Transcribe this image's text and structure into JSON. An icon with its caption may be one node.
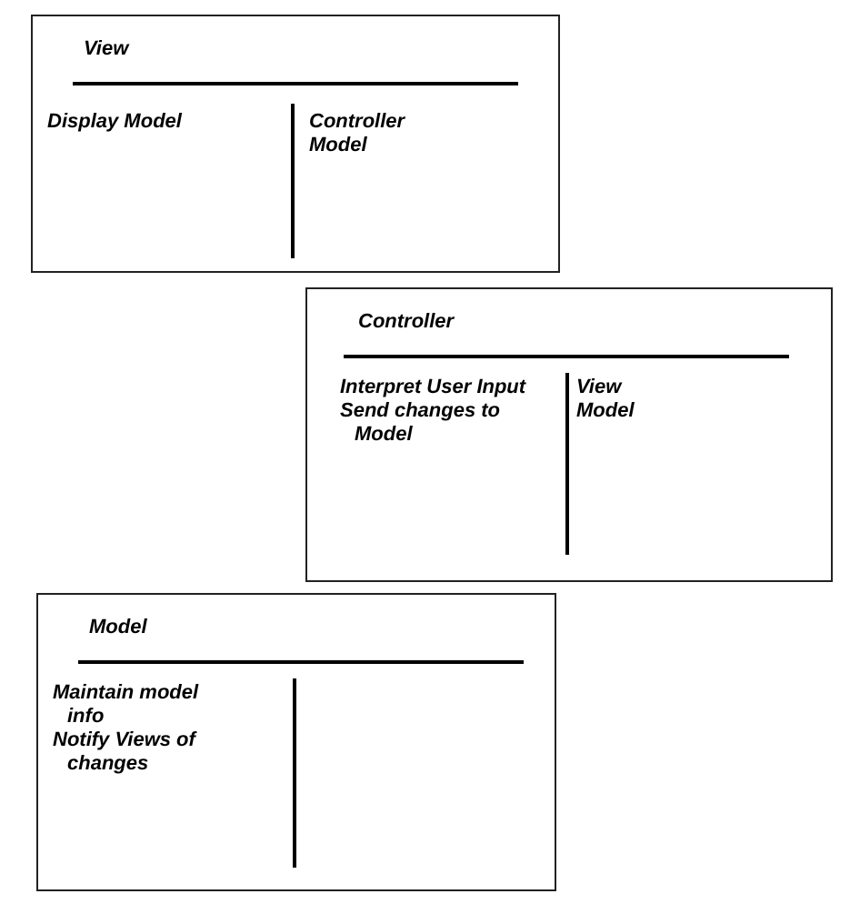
{
  "diagram": {
    "nodes": [
      {
        "text": [
          "View",
          "Display Model",
          "Controller",
          "Model"
        ]
      },
      {
        "text": [
          "Controller",
          "Interpret User Input",
          "Send changes to Model",
          "View",
          "Model"
        ]
      },
      {
        "text": [
          "Model",
          "Maintain model info",
          "Notify Views of changes"
        ]
      }
    ]
  }
}
